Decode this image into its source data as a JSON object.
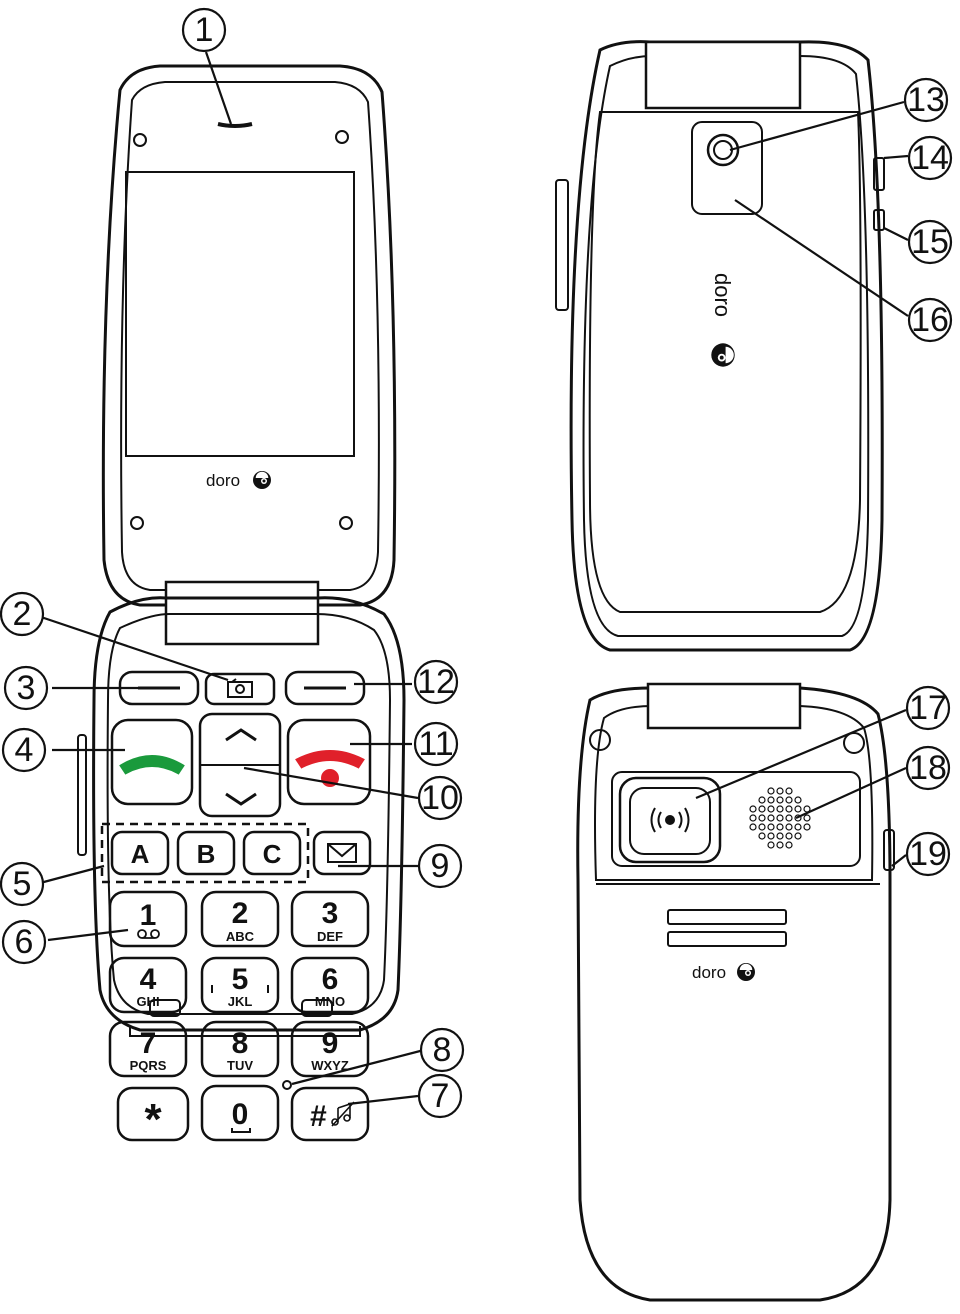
{
  "brand": "doro",
  "callouts": [
    {
      "id": "1"
    },
    {
      "id": "2"
    },
    {
      "id": "3"
    },
    {
      "id": "4"
    },
    {
      "id": "5"
    },
    {
      "id": "6"
    },
    {
      "id": "7"
    },
    {
      "id": "8"
    },
    {
      "id": "9"
    },
    {
      "id": "10"
    },
    {
      "id": "11"
    },
    {
      "id": "12"
    },
    {
      "id": "13"
    },
    {
      "id": "14"
    },
    {
      "id": "15"
    },
    {
      "id": "16"
    },
    {
      "id": "17"
    },
    {
      "id": "18"
    },
    {
      "id": "19"
    }
  ],
  "keys": {
    "letters": [
      "A",
      "B",
      "C"
    ],
    "num1": {
      "digit": "1"
    },
    "num2": {
      "digit": "2",
      "letters": "ABC"
    },
    "num3": {
      "digit": "3",
      "letters": "DEF"
    },
    "num4": {
      "digit": "4",
      "letters": "GHI"
    },
    "num5": {
      "digit": "5",
      "letters": "JKL"
    },
    "num6": {
      "digit": "6",
      "letters": "MNO"
    },
    "num7": {
      "digit": "7",
      "letters": "PQRS"
    },
    "num8": {
      "digit": "8",
      "letters": "TUV"
    },
    "num9": {
      "digit": "9",
      "letters": "WXYZ"
    },
    "star": "*",
    "zero": "0",
    "hash": "#"
  },
  "colors": {
    "call_green": "#1a9a3c",
    "end_red": "#e0202a",
    "outline": "#111111",
    "background": "#ffffff"
  },
  "icons": [
    "camera-icon",
    "call-icon",
    "end-call-icon",
    "up-arrow-icon",
    "down-arrow-icon",
    "envelope-icon",
    "voicemail-icon",
    "silent-icon",
    "camera-lens-icon",
    "speaker-grille-icon",
    "loudspeaker-icon",
    "doro-logo"
  ]
}
